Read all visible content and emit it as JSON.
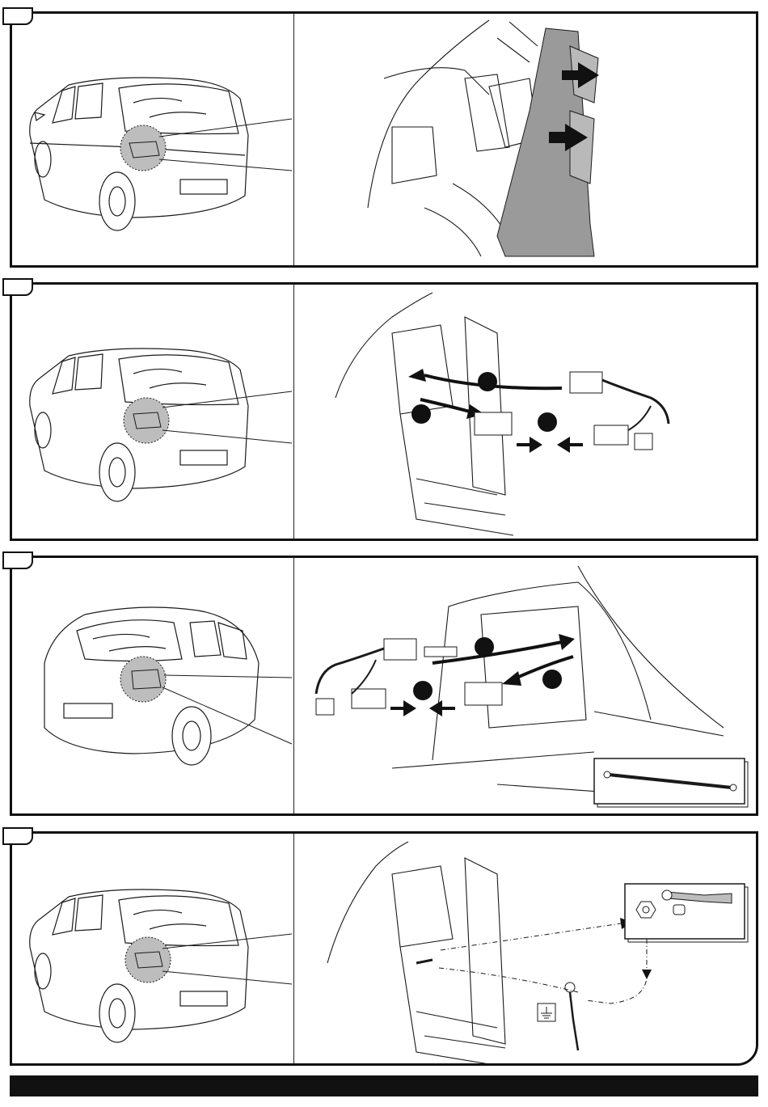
{
  "steps": [
    {
      "id": "step-1",
      "label": "",
      "view": "rear-left",
      "action": "remove-side-trim-panel"
    },
    {
      "id": "step-2",
      "label": "",
      "view": "rear-left",
      "action": "connect-left-light-harness"
    },
    {
      "id": "step-3",
      "label": "",
      "view": "rear-right",
      "action": "connect-right-light-harness",
      "inset": "ground-cable"
    },
    {
      "id": "step-4",
      "label": "",
      "view": "rear-left",
      "action": "attach-ground-wire",
      "inset": "nut-and-ratchet"
    }
  ],
  "colors": {
    "line": "#1a1a1a",
    "highlight": "#bdbdbd",
    "trim": "#9a9a9a",
    "arrow": "#111111",
    "footer": "#111111"
  }
}
